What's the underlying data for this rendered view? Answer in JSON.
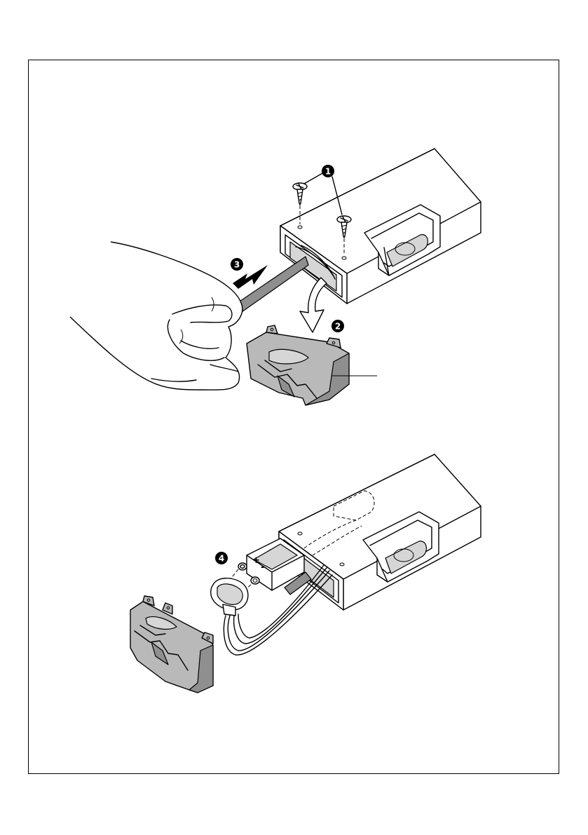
{
  "steps": {
    "step1": "1",
    "step2": "2",
    "step3": "3",
    "step4": "4"
  },
  "battery": {
    "plus": "+",
    "minus": "-"
  }
}
